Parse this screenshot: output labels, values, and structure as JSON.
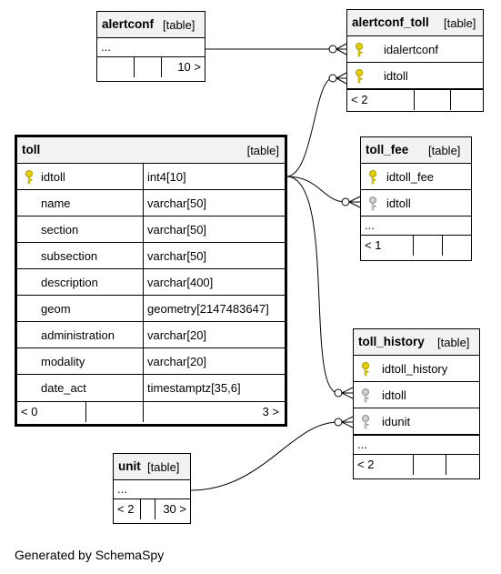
{
  "tables": {
    "alertconf": {
      "name": "alertconf",
      "tag": "[table]",
      "more": "...",
      "footer_right": "10 >"
    },
    "alertconf_toll": {
      "name": "alertconf_toll",
      "tag": "[table]",
      "columns": [
        {
          "name": "idalertconf",
          "key": "primary"
        },
        {
          "name": "idtoll",
          "key": "primary"
        }
      ],
      "footer_left": "< 2"
    },
    "toll": {
      "name": "toll",
      "tag": "[table]",
      "columns": [
        {
          "name": "idtoll",
          "type": "int4[10]",
          "key": "primary"
        },
        {
          "name": "name",
          "type": "varchar[50]"
        },
        {
          "name": "section",
          "type": "varchar[50]"
        },
        {
          "name": "subsection",
          "type": "varchar[50]"
        },
        {
          "name": "description",
          "type": "varchar[400]"
        },
        {
          "name": "geom",
          "type": "geometry[2147483647]"
        },
        {
          "name": "administration",
          "type": "varchar[20]"
        },
        {
          "name": "modality",
          "type": "varchar[20]"
        },
        {
          "name": "date_act",
          "type": "timestamptz[35,6]"
        }
      ],
      "footer_left": "< 0",
      "footer_right": "3 >"
    },
    "toll_fee": {
      "name": "toll_fee",
      "tag": "[table]",
      "columns": [
        {
          "name": "idtoll_fee",
          "key": "primary"
        },
        {
          "name": "idtoll",
          "key": "foreign"
        }
      ],
      "more": "...",
      "footer_left": "< 1"
    },
    "toll_history": {
      "name": "toll_history",
      "tag": "[table]",
      "columns": [
        {
          "name": "idtoll_history",
          "key": "primary"
        },
        {
          "name": "idtoll",
          "key": "foreign"
        },
        {
          "name": "idunit",
          "key": "foreign"
        }
      ],
      "more": "...",
      "footer_left": "< 2"
    },
    "unit": {
      "name": "unit",
      "tag": "[table]",
      "more": "...",
      "footer_left": "< 2",
      "footer_right": "30 >"
    }
  },
  "colors": {
    "primary_key": "#e6d200",
    "foreign_key": "#b4b4b4",
    "header_bg": "#f2f2f2"
  },
  "generated_by": "Generated by SchemaSpy"
}
